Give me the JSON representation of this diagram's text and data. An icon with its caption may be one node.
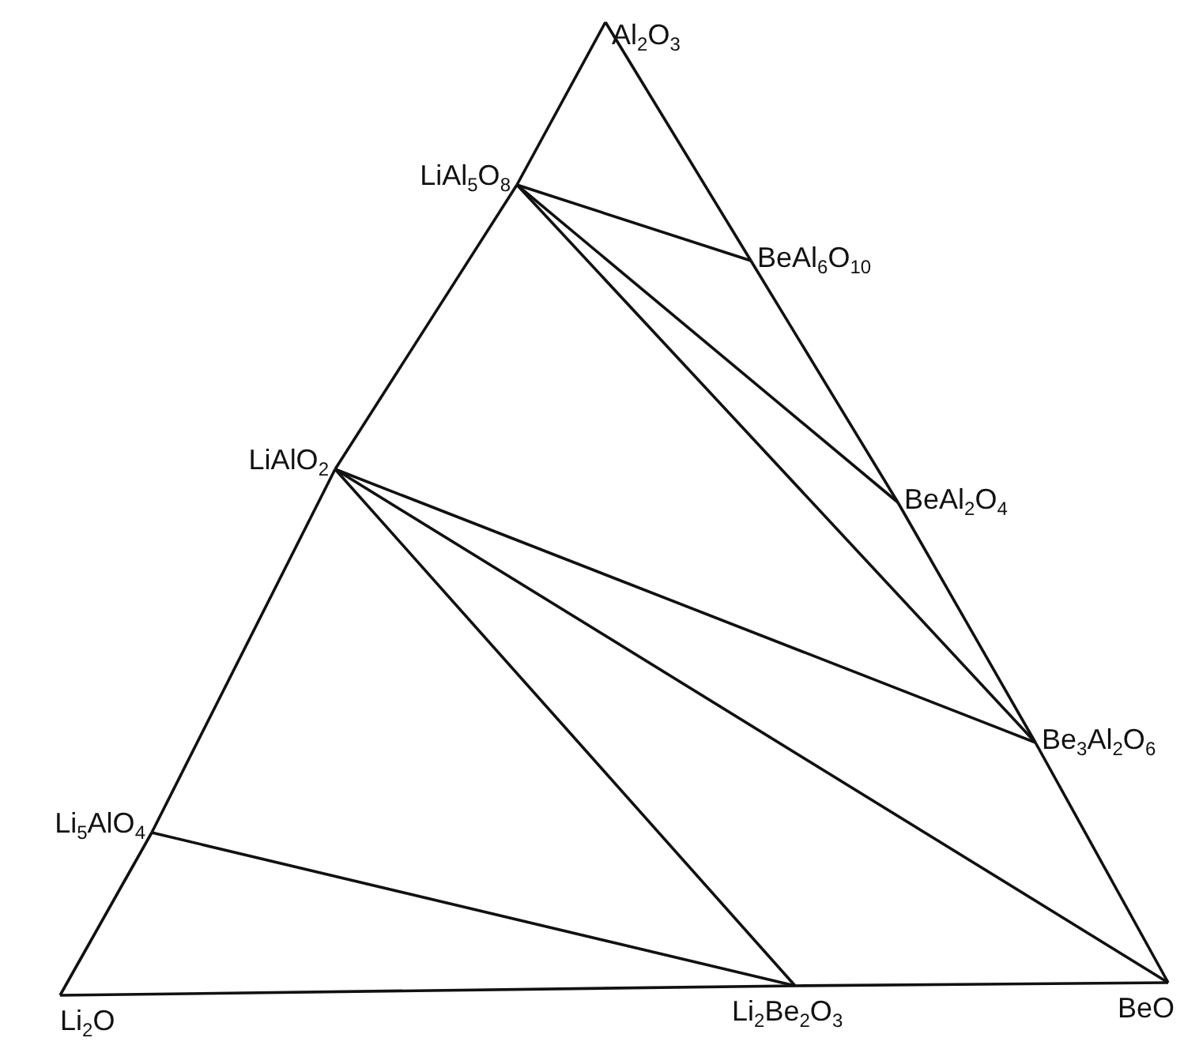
{
  "diagram": {
    "nodes": [
      {
        "text": [
          "Al$_{2}$O$_{3}$"
        ]
      },
      {
        "text": [
          "LiAl$_{5}$O$_{8}$"
        ]
      },
      {
        "text": [
          "BeAl$_{6}$O$_{10}$"
        ]
      },
      {
        "text": [
          "LiAlO$_{2}$"
        ]
      },
      {
        "text": [
          "BeAl$_{2}$O$_{4}$"
        ]
      },
      {
        "text": [
          "Be$_{3}$Al$_{2}$O$_{6}$"
        ]
      },
      {
        "text": [
          "Li$_{5}$AlO$_{4}$"
        ]
      },
      {
        "text": [
          "Li$_{2}$O"
        ]
      },
      {
        "text": [
          "Li$_{2}$Be$_{2}$O$_{3}$"
        ]
      },
      {
        "text": [
          "BeO"
        ]
      }
    ],
    "edges": [
      {
        "from": 0,
        "to": 1,
        "arrow": "none"
      },
      {
        "from": 1,
        "to": 3,
        "arrow": "none"
      },
      {
        "from": 3,
        "to": 6,
        "arrow": "none"
      },
      {
        "from": 6,
        "to": 7,
        "arrow": "none"
      },
      {
        "from": 7,
        "to": 8,
        "arrow": "none"
      },
      {
        "from": 8,
        "to": 9,
        "arrow": "none"
      },
      {
        "from": 9,
        "to": 5,
        "arrow": "none"
      },
      {
        "from": 5,
        "to": 4,
        "arrow": "none"
      },
      {
        "from": 4,
        "to": 2,
        "arrow": "none"
      },
      {
        "from": 2,
        "to": 0,
        "arrow": "none"
      },
      {
        "from": 1,
        "to": 2,
        "arrow": "none"
      },
      {
        "from": 1,
        "to": 4,
        "arrow": "none"
      },
      {
        "from": 1,
        "to": 5,
        "arrow": "none"
      },
      {
        "from": 3,
        "to": 5,
        "arrow": "none"
      },
      {
        "from": 3,
        "to": 9,
        "arrow": "none"
      },
      {
        "from": 3,
        "to": 8,
        "arrow": "none"
      },
      {
        "from": 6,
        "to": 8,
        "arrow": "none"
      }
    ]
  }
}
